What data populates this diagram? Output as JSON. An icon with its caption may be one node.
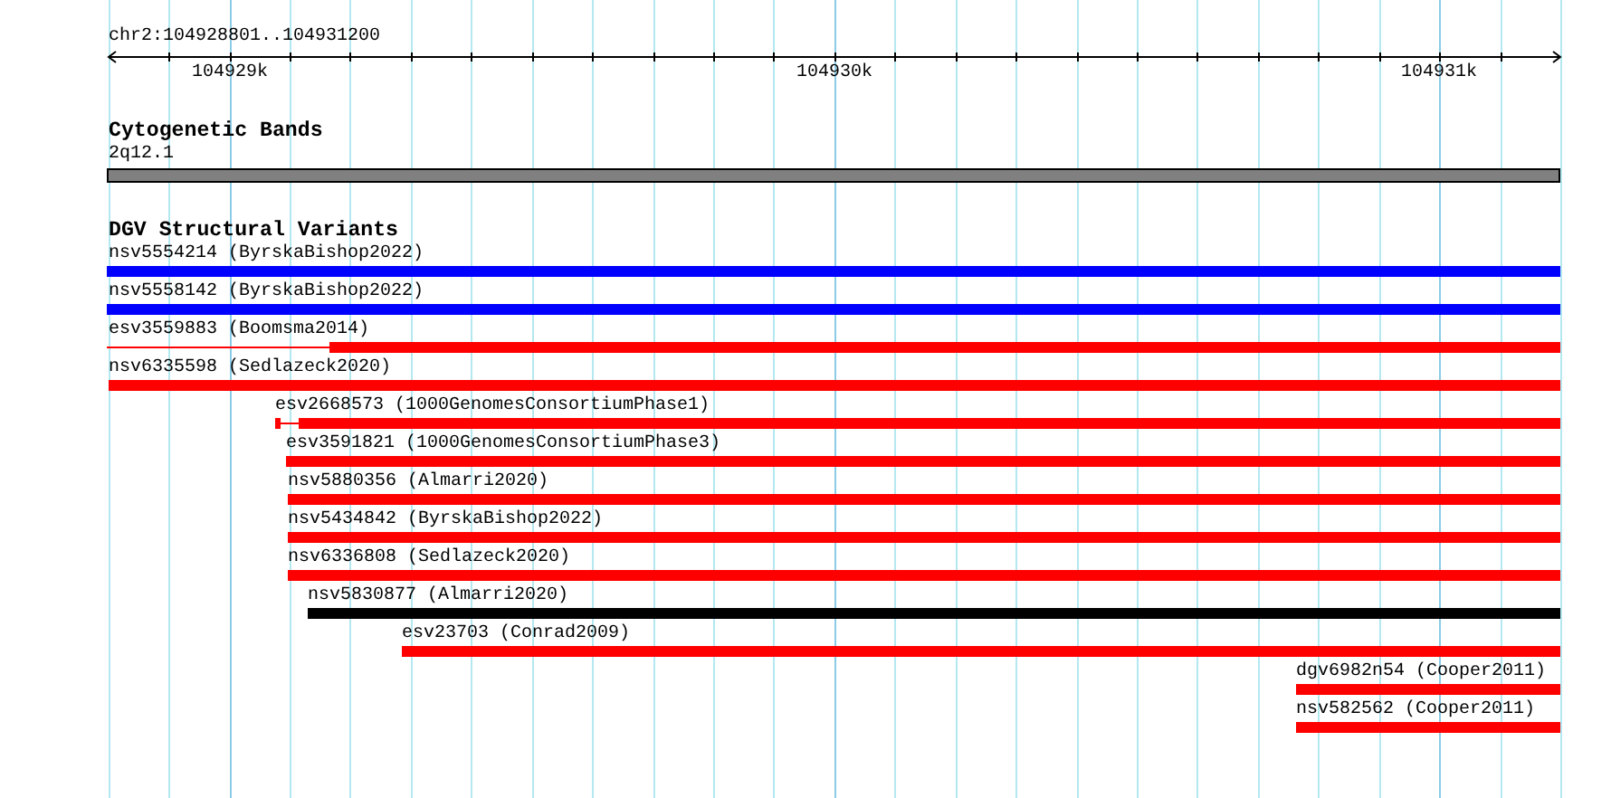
{
  "diagram": {
    "nodes": [
      {
        "text": [
          "2q12.1"
        ]
      },
      {
        "text": [
          "nsv5554214 (ByrskaBishop2022)"
        ]
      },
      {
        "text": [
          "nsv5558142 (ByrskaBishop2022)"
        ]
      },
      {
        "text": [
          "esv3559883 (Boomsma2014)"
        ]
      },
      {
        "text": [
          "nsv6335598 (Sedlazeck2020)"
        ]
      },
      {
        "text": [
          "esv2668573 (1000GenomesConsortiumPhase1)"
        ]
      },
      {
        "text": [
          "esv3591821 (1000GenomesConsortiumPhase3)"
        ]
      },
      {
        "text": [
          "nsv5880356 (Almarri2020)"
        ]
      },
      {
        "text": [
          "nsv5434842 (ByrskaBishop2022)"
        ]
      },
      {
        "text": [
          "nsv6336808 (Sedlazeck2020)"
        ]
      },
      {
        "text": [
          "nsv5830877 (Almarri2020)"
        ]
      },
      {
        "text": [
          "esv23703 (Conrad2009)"
        ]
      },
      {
        "text": [
          "dgv6982n54 (Cooper2011)"
        ]
      },
      {
        "text": [
          "nsv582562 (Cooper2011)"
        ]
      }
    ],
    "labels": [
      "chr2:104928801..104931200",
      "104929k",
      "104930k",
      "104931k",
      "Cytogenetic Bands",
      "DGV Structural Variants"
    ]
  }
}
